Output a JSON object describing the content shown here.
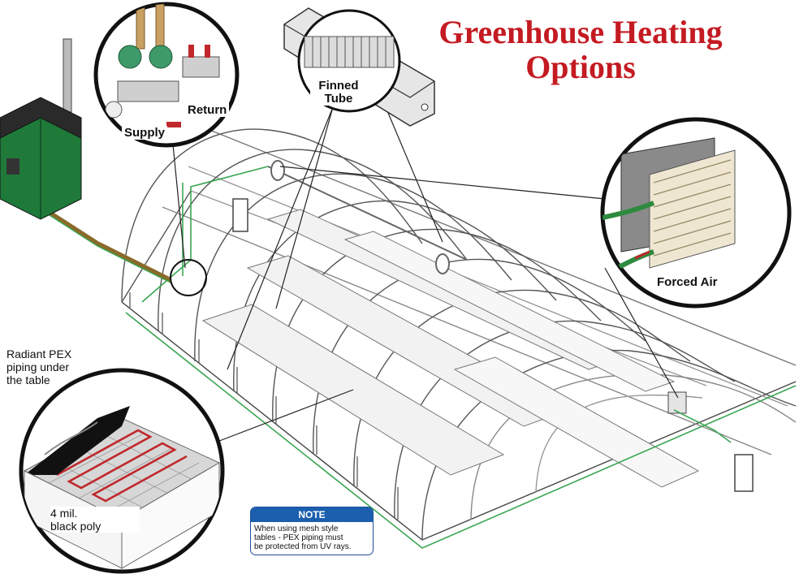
{
  "title": {
    "line1": "Greenhouse Heating",
    "line2": "Options"
  },
  "callouts": {
    "finned_tube": {
      "line1": "Finned",
      "line2": "Tube"
    },
    "supply": "Supply",
    "return": "Return",
    "forced_air": "Forced Air",
    "radiant": {
      "line1": "Radiant PEX",
      "line2": "piping under",
      "line3": "the table"
    },
    "poly": {
      "line1": "4 mil.",
      "line2": "black poly"
    }
  },
  "note": {
    "heading": "NOTE",
    "line1": "When using mesh style",
    "line2": "tables - PEX piping must",
    "line3": "be protected from UV rays."
  },
  "colors": {
    "title": "#c41a22",
    "boiler": "#1f7a3a",
    "pipe": "#8a6a2a",
    "pex": "#c0282c",
    "note": "#1b5fae"
  }
}
